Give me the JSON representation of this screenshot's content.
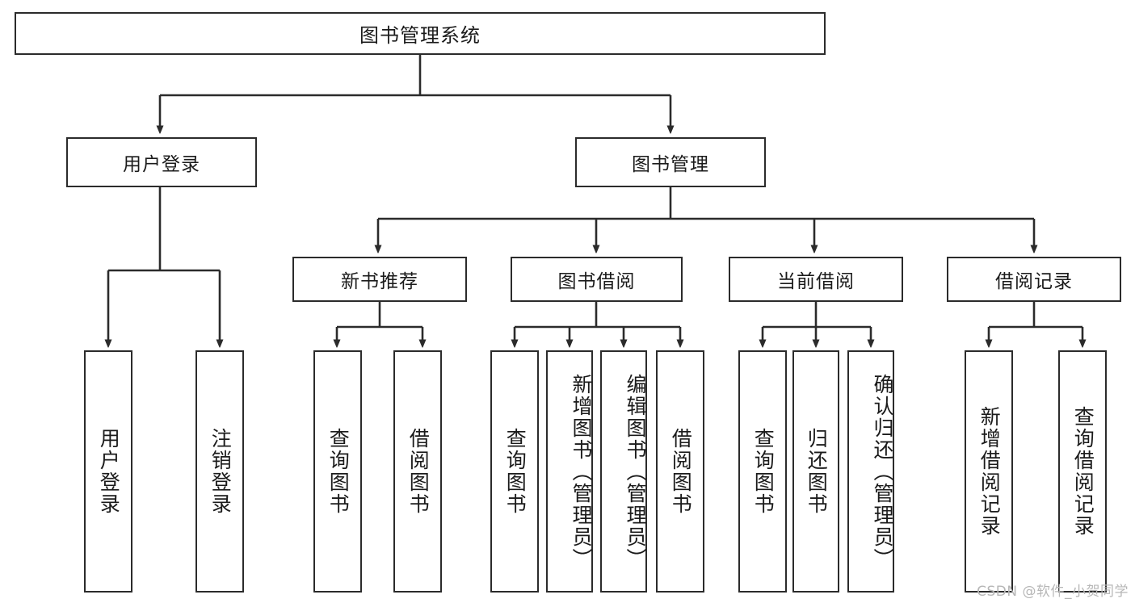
{
  "diagram": {
    "type": "tree",
    "title": "图书管理系统",
    "root": {
      "label": "图书管理系统"
    },
    "level1": [
      {
        "label": "用户登录"
      },
      {
        "label": "图书管理"
      }
    ],
    "level2": [
      {
        "label": "新书推荐"
      },
      {
        "label": "图书借阅"
      },
      {
        "label": "当前借阅"
      },
      {
        "label": "借阅记录"
      }
    ],
    "leaves": {
      "user_login": [
        {
          "label": "用户登录"
        },
        {
          "label": "注销登录"
        }
      ],
      "new_book": [
        {
          "label": "查询图书"
        },
        {
          "label": "借阅图书"
        }
      ],
      "book_borrow": [
        {
          "label": "查询图书"
        },
        {
          "label": "新增图书（管理员）"
        },
        {
          "label": "编辑图书（管理员）"
        },
        {
          "label": "借阅图书"
        }
      ],
      "current_borrow": [
        {
          "label": "查询图书"
        },
        {
          "label": "归还图书"
        },
        {
          "label": "确认归还（管理员）"
        }
      ],
      "borrow_record": [
        {
          "label": "新增借阅记录"
        },
        {
          "label": "查询借阅记录"
        }
      ]
    }
  },
  "watermark": {
    "text": "CSDN @软件_小贺同学"
  },
  "colors": {
    "stroke": "#2b2b2b",
    "background": "#ffffff",
    "text": "#1b1b1b",
    "watermark": "#b7b7b7"
  }
}
